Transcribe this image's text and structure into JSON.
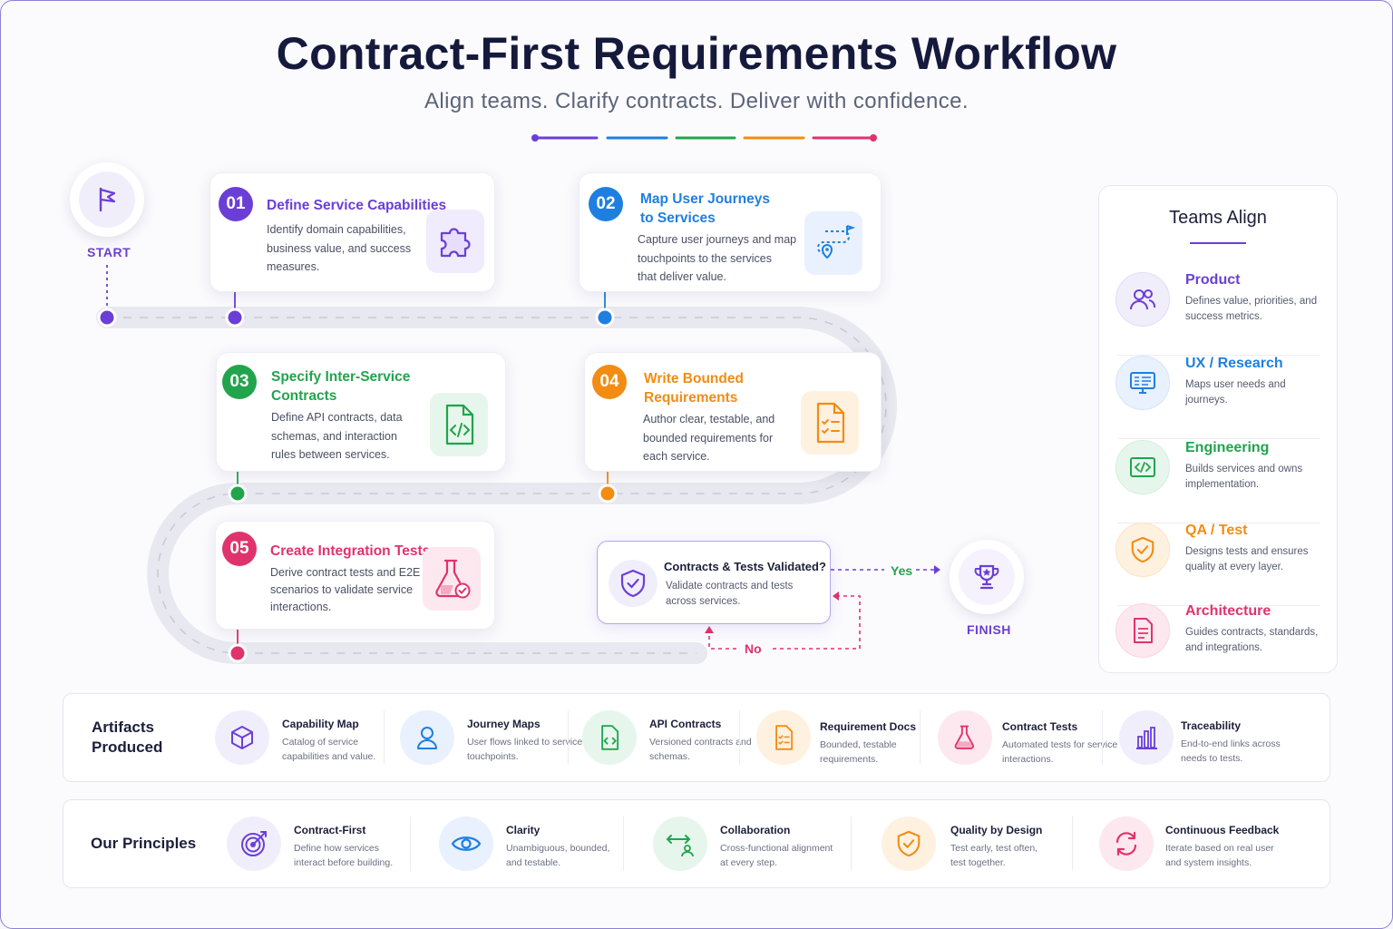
{
  "header": {
    "title": "Contract-First Requirements Workflow",
    "subtitle": "Align teams. Clarify contracts. Deliver with confidence."
  },
  "colors": {
    "purple": "#6b3fd6",
    "blue": "#1f7fe0",
    "green": "#22a44d",
    "orange": "#f28c13",
    "pink": "#e0336d"
  },
  "workflow": {
    "start_label": "START",
    "finish_label": "FINISH",
    "steps": [
      {
        "num": "01",
        "title_1": "Define Service Capabilities",
        "title_2": "",
        "desc_1": "Identify domain capabilities,",
        "desc_2": "business value, and success",
        "desc_3": "measures.",
        "icon": "puzzle-icon"
      },
      {
        "num": "02",
        "title_1": "Map User Journeys",
        "title_2": "to Services",
        "desc_1": "Capture user journeys and map",
        "desc_2": "touchpoints to the services",
        "desc_3": "that deliver value.",
        "icon": "route-icon"
      },
      {
        "num": "03",
        "title_1": "Specify Inter-Service",
        "title_2": "Contracts",
        "desc_1": "Define API contracts, data",
        "desc_2": "schemas, and interaction",
        "desc_3": "rules between services.",
        "icon": "code-file-icon"
      },
      {
        "num": "04",
        "title_1": "Write Bounded",
        "title_2": "Requirements",
        "desc_1": "Author clear, testable, and",
        "desc_2": "bounded requirements for",
        "desc_3": "each service.",
        "icon": "checklist-icon"
      },
      {
        "num": "05",
        "title_1": "Create Integration Tests",
        "title_2": "",
        "desc_1": "Derive contract tests and E2E",
        "desc_2": "scenarios to validate service",
        "desc_3": "interactions.",
        "icon": "flask-icon"
      }
    ],
    "decision": {
      "title": "Contracts & Tests Validated?",
      "desc": "Validate contracts and tests across services.",
      "yes": "Yes",
      "no": "No"
    }
  },
  "teams": {
    "title": "Teams Align",
    "items": [
      {
        "name": "Product",
        "desc": "Defines value, priorities, and success metrics.",
        "icon": "users-icon"
      },
      {
        "name": "UX / Research",
        "desc": "Maps user needs and journeys.",
        "icon": "monitor-icon"
      },
      {
        "name": "Engineering",
        "desc": "Builds services and owns implementation.",
        "icon": "code-window-icon"
      },
      {
        "name": "QA / Test",
        "desc": "Designs tests and ensures quality at every layer.",
        "icon": "shield-check-icon"
      },
      {
        "name": "Architecture",
        "desc": "Guides contracts, standards, and integrations.",
        "icon": "document-icon"
      }
    ]
  },
  "artifacts": {
    "title_1": "Artifacts",
    "title_2": "Produced",
    "items": [
      {
        "name": "Capability Map",
        "desc": "Catalog of service capabilities and value.",
        "icon": "cube-icon"
      },
      {
        "name": "Journey Maps",
        "desc": "User flows linked to service touchpoints.",
        "icon": "user-icon"
      },
      {
        "name": "API Contracts",
        "desc": "Versioned contracts and schemas.",
        "icon": "code-file-icon"
      },
      {
        "name": "Requirement Docs",
        "desc": "Bounded, testable requirements.",
        "icon": "checklist-icon"
      },
      {
        "name": "Contract Tests",
        "desc": "Automated tests for service interactions.",
        "icon": "flask-icon"
      },
      {
        "name": "Traceability",
        "desc": "End-to-end links across needs to tests.",
        "icon": "bar-chart-icon"
      }
    ]
  },
  "principles": {
    "title": "Our Principles",
    "items": [
      {
        "name": "Contract-First",
        "desc": "Define how services interact before building.",
        "icon": "target-icon"
      },
      {
        "name": "Clarity",
        "desc": "Unambiguous, bounded, and testable.",
        "icon": "eye-icon"
      },
      {
        "name": "Collaboration",
        "desc": "Cross-functional alignment at every step.",
        "icon": "arrows-user-icon"
      },
      {
        "name": "Quality by Design",
        "desc": "Test early, test often, test together.",
        "icon": "shield-check-icon"
      },
      {
        "name": "Continuous Feedback",
        "desc": "Iterate based on real user and system insights.",
        "icon": "refresh-icon"
      }
    ]
  }
}
